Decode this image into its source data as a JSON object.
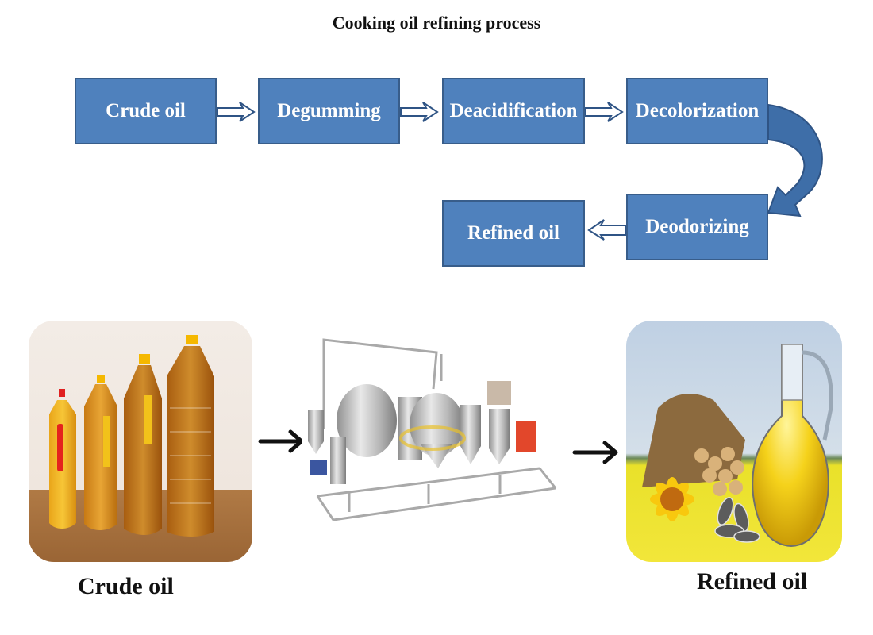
{
  "title": "Cooking oil refining  process",
  "flow": {
    "steps": [
      {
        "id": "crude-oil",
        "label": "Crude oil"
      },
      {
        "id": "degumming",
        "label": "Degumming"
      },
      {
        "id": "deacidification",
        "label": "Deacidification"
      },
      {
        "id": "decolorization",
        "label": "Decolorization"
      },
      {
        "id": "deodorizing",
        "label": "Deodorizing"
      },
      {
        "id": "refined-oil",
        "label": "Refined oil"
      }
    ],
    "edges": [
      {
        "from": "crude-oil",
        "to": "degumming",
        "style": "hollow-arrow"
      },
      {
        "from": "degumming",
        "to": "deacidification",
        "style": "hollow-arrow"
      },
      {
        "from": "deacidification",
        "to": "decolorization",
        "style": "hollow-arrow"
      },
      {
        "from": "decolorization",
        "to": "deodorizing",
        "style": "curved-arrow"
      },
      {
        "from": "deodorizing",
        "to": "refined-oil",
        "style": "hollow-arrow"
      }
    ],
    "colors": {
      "box_fill": "#4f81bd",
      "box_border": "#385d8a",
      "arrow": "#2f5485",
      "text": "#ffffff"
    }
  },
  "images": {
    "crude": {
      "description": "bottles of crude cooking oil",
      "caption": "Crude oil"
    },
    "machine": {
      "description": "stainless steel oil refining machine"
    },
    "refined": {
      "description": "glass jug of refined oil with sunflowers and seeds",
      "caption": "Refined oil"
    }
  }
}
